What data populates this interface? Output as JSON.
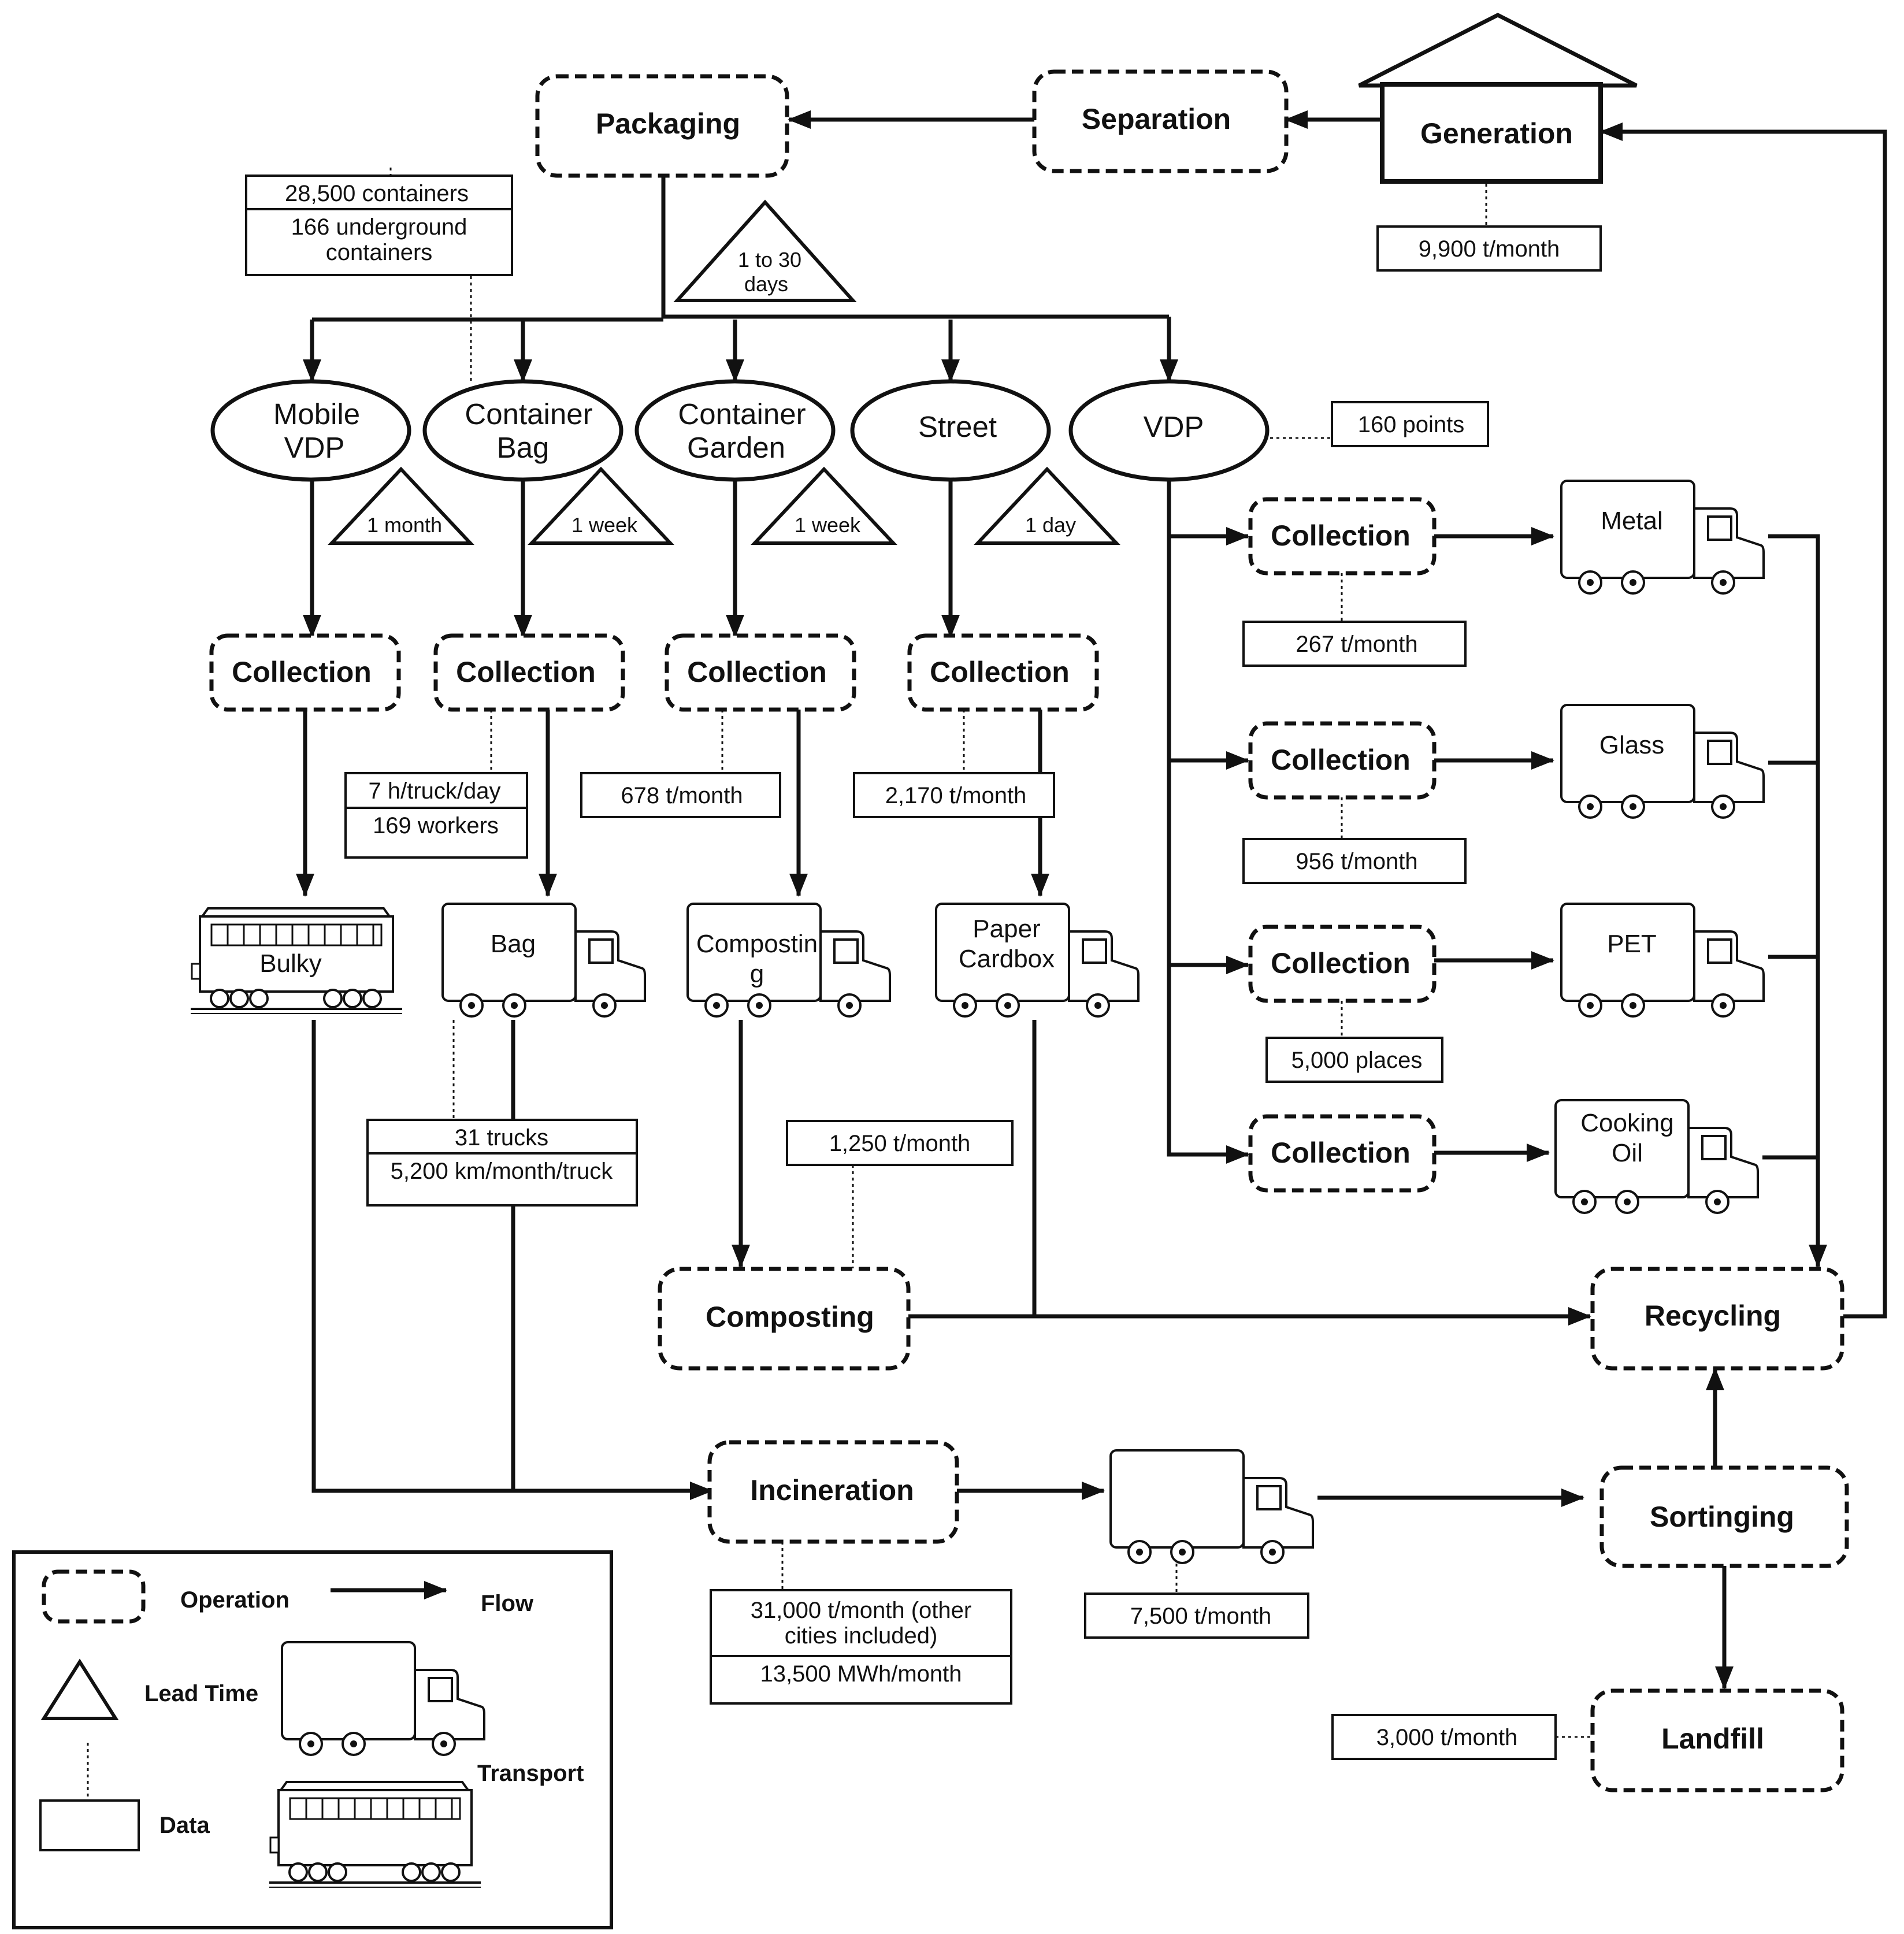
{
  "diagram": {
    "generation": "Generation",
    "separation": "Separation",
    "packaging": "Packaging",
    "composting": "Composting",
    "recycling": "Recycling",
    "incineration": "Incineration",
    "sorting": "Sortinging",
    "landfill": "Landfill",
    "collection": "Collection",
    "nodes": {
      "mobile_vdp": [
        "Mobile",
        "VDP"
      ],
      "container_bag": [
        "Container",
        "Bag"
      ],
      "container_garden": [
        "Container",
        "Garden"
      ],
      "street": "Street",
      "vdp": "VDP"
    },
    "lead_times": {
      "packaging": [
        "1 to 30",
        "days"
      ],
      "mobile_vdp": "1 month",
      "container_bag": "1 week",
      "container_garden": "1 week",
      "street": "1 day"
    },
    "data": {
      "generation": "9,900 t/month",
      "containers": "28,500 containers",
      "underground": [
        "166 underground",
        "containers"
      ],
      "vdp_points": "160 points",
      "metal": "267 t/month",
      "glass": "956 t/month",
      "pet": "5,000 places",
      "truck_hours": "7 h/truck/day",
      "workers": "169 workers",
      "garden": "678 t/month",
      "street": "2,170 t/month",
      "trucks": "31 trucks",
      "km": "5,200 km/month/truck",
      "composting": "1,250 t/month",
      "incineration": [
        "31,000 t/month (other",
        "cities included)"
      ],
      "energy": "13,500 MWh/month",
      "transport": "7,500 t/month",
      "landfill": "3,000 t/month"
    },
    "transports": {
      "bulky": "Bulky",
      "bag": "Bag",
      "composting": [
        "Compostin",
        "g"
      ],
      "paper": [
        "Paper",
        "Cardbox"
      ],
      "metal": "Metal",
      "glass": "Glass",
      "pet": "PET",
      "oil": [
        "Cooking",
        "Oil"
      ]
    },
    "legend": {
      "operation": "Operation",
      "flow": "Flow",
      "lead_time": "Lead Time",
      "transport": "Transport",
      "data": "Data"
    }
  }
}
